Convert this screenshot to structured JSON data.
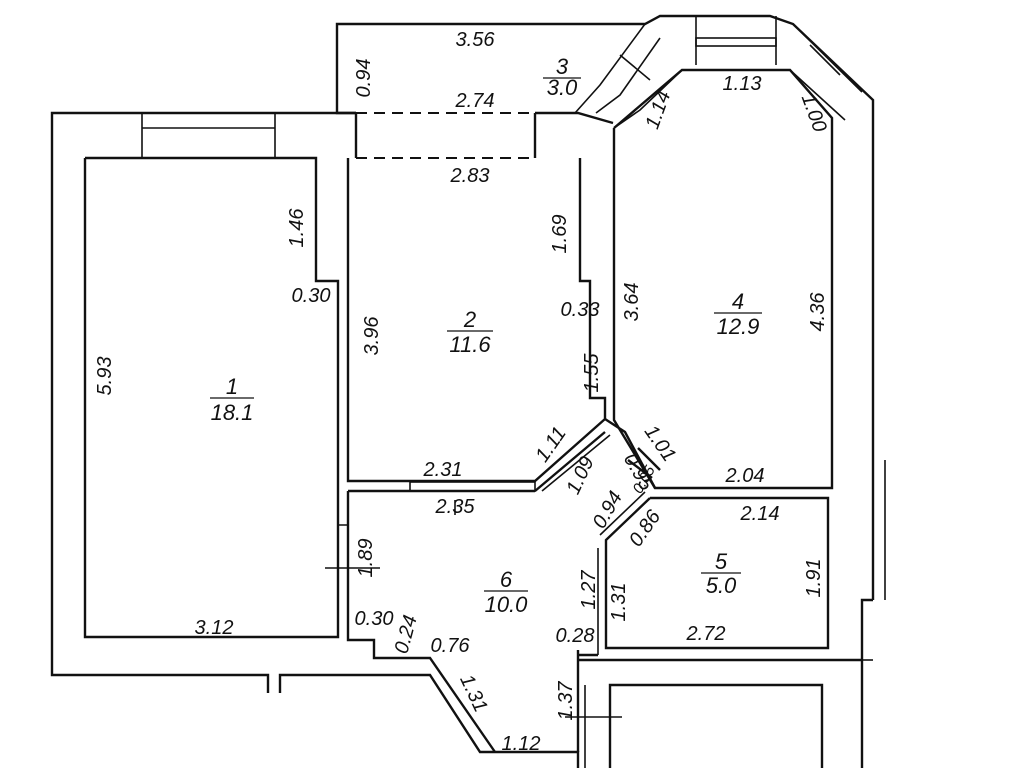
{
  "rooms": [
    {
      "number": "1",
      "area": "18.1"
    },
    {
      "number": "2",
      "area": "11.6"
    },
    {
      "number": "3",
      "area": "3.0"
    },
    {
      "number": "4",
      "area": "12.9"
    },
    {
      "number": "5",
      "area": "5.0"
    },
    {
      "number": "6",
      "area": "10.0"
    }
  ],
  "dimensions": {
    "d356": "3.56",
    "d094a": "0.94",
    "d274": "2.74",
    "d114": "1.14",
    "d113": "1.13",
    "d100": "1.00",
    "d283": "2.83",
    "d146": "1.46",
    "d169": "1.69",
    "d030a": "0.30",
    "d033": "0.33",
    "d364": "3.64",
    "d436": "4.36",
    "d396": "3.96",
    "d593": "5.93",
    "d155": "1.55",
    "d111": "1.11",
    "d101": "1.01",
    "d109": "1.09",
    "d095": "0.95",
    "d231": "2.31",
    "d204": "2.04",
    "d235": "2.35",
    "d094b": "0.94",
    "d005": "0.05",
    "d214": "2.14",
    "d086": "0.86",
    "d189": "1.89",
    "d127": "1.27",
    "d131a": "1.31",
    "d191": "1.91",
    "d030b": "0.30",
    "d024": "0.24",
    "d312": "3.12",
    "d076": "0.76",
    "d028": "0.28",
    "d272": "2.72",
    "d131b": "1.31",
    "d137": "1.37",
    "d112": "1.12"
  }
}
